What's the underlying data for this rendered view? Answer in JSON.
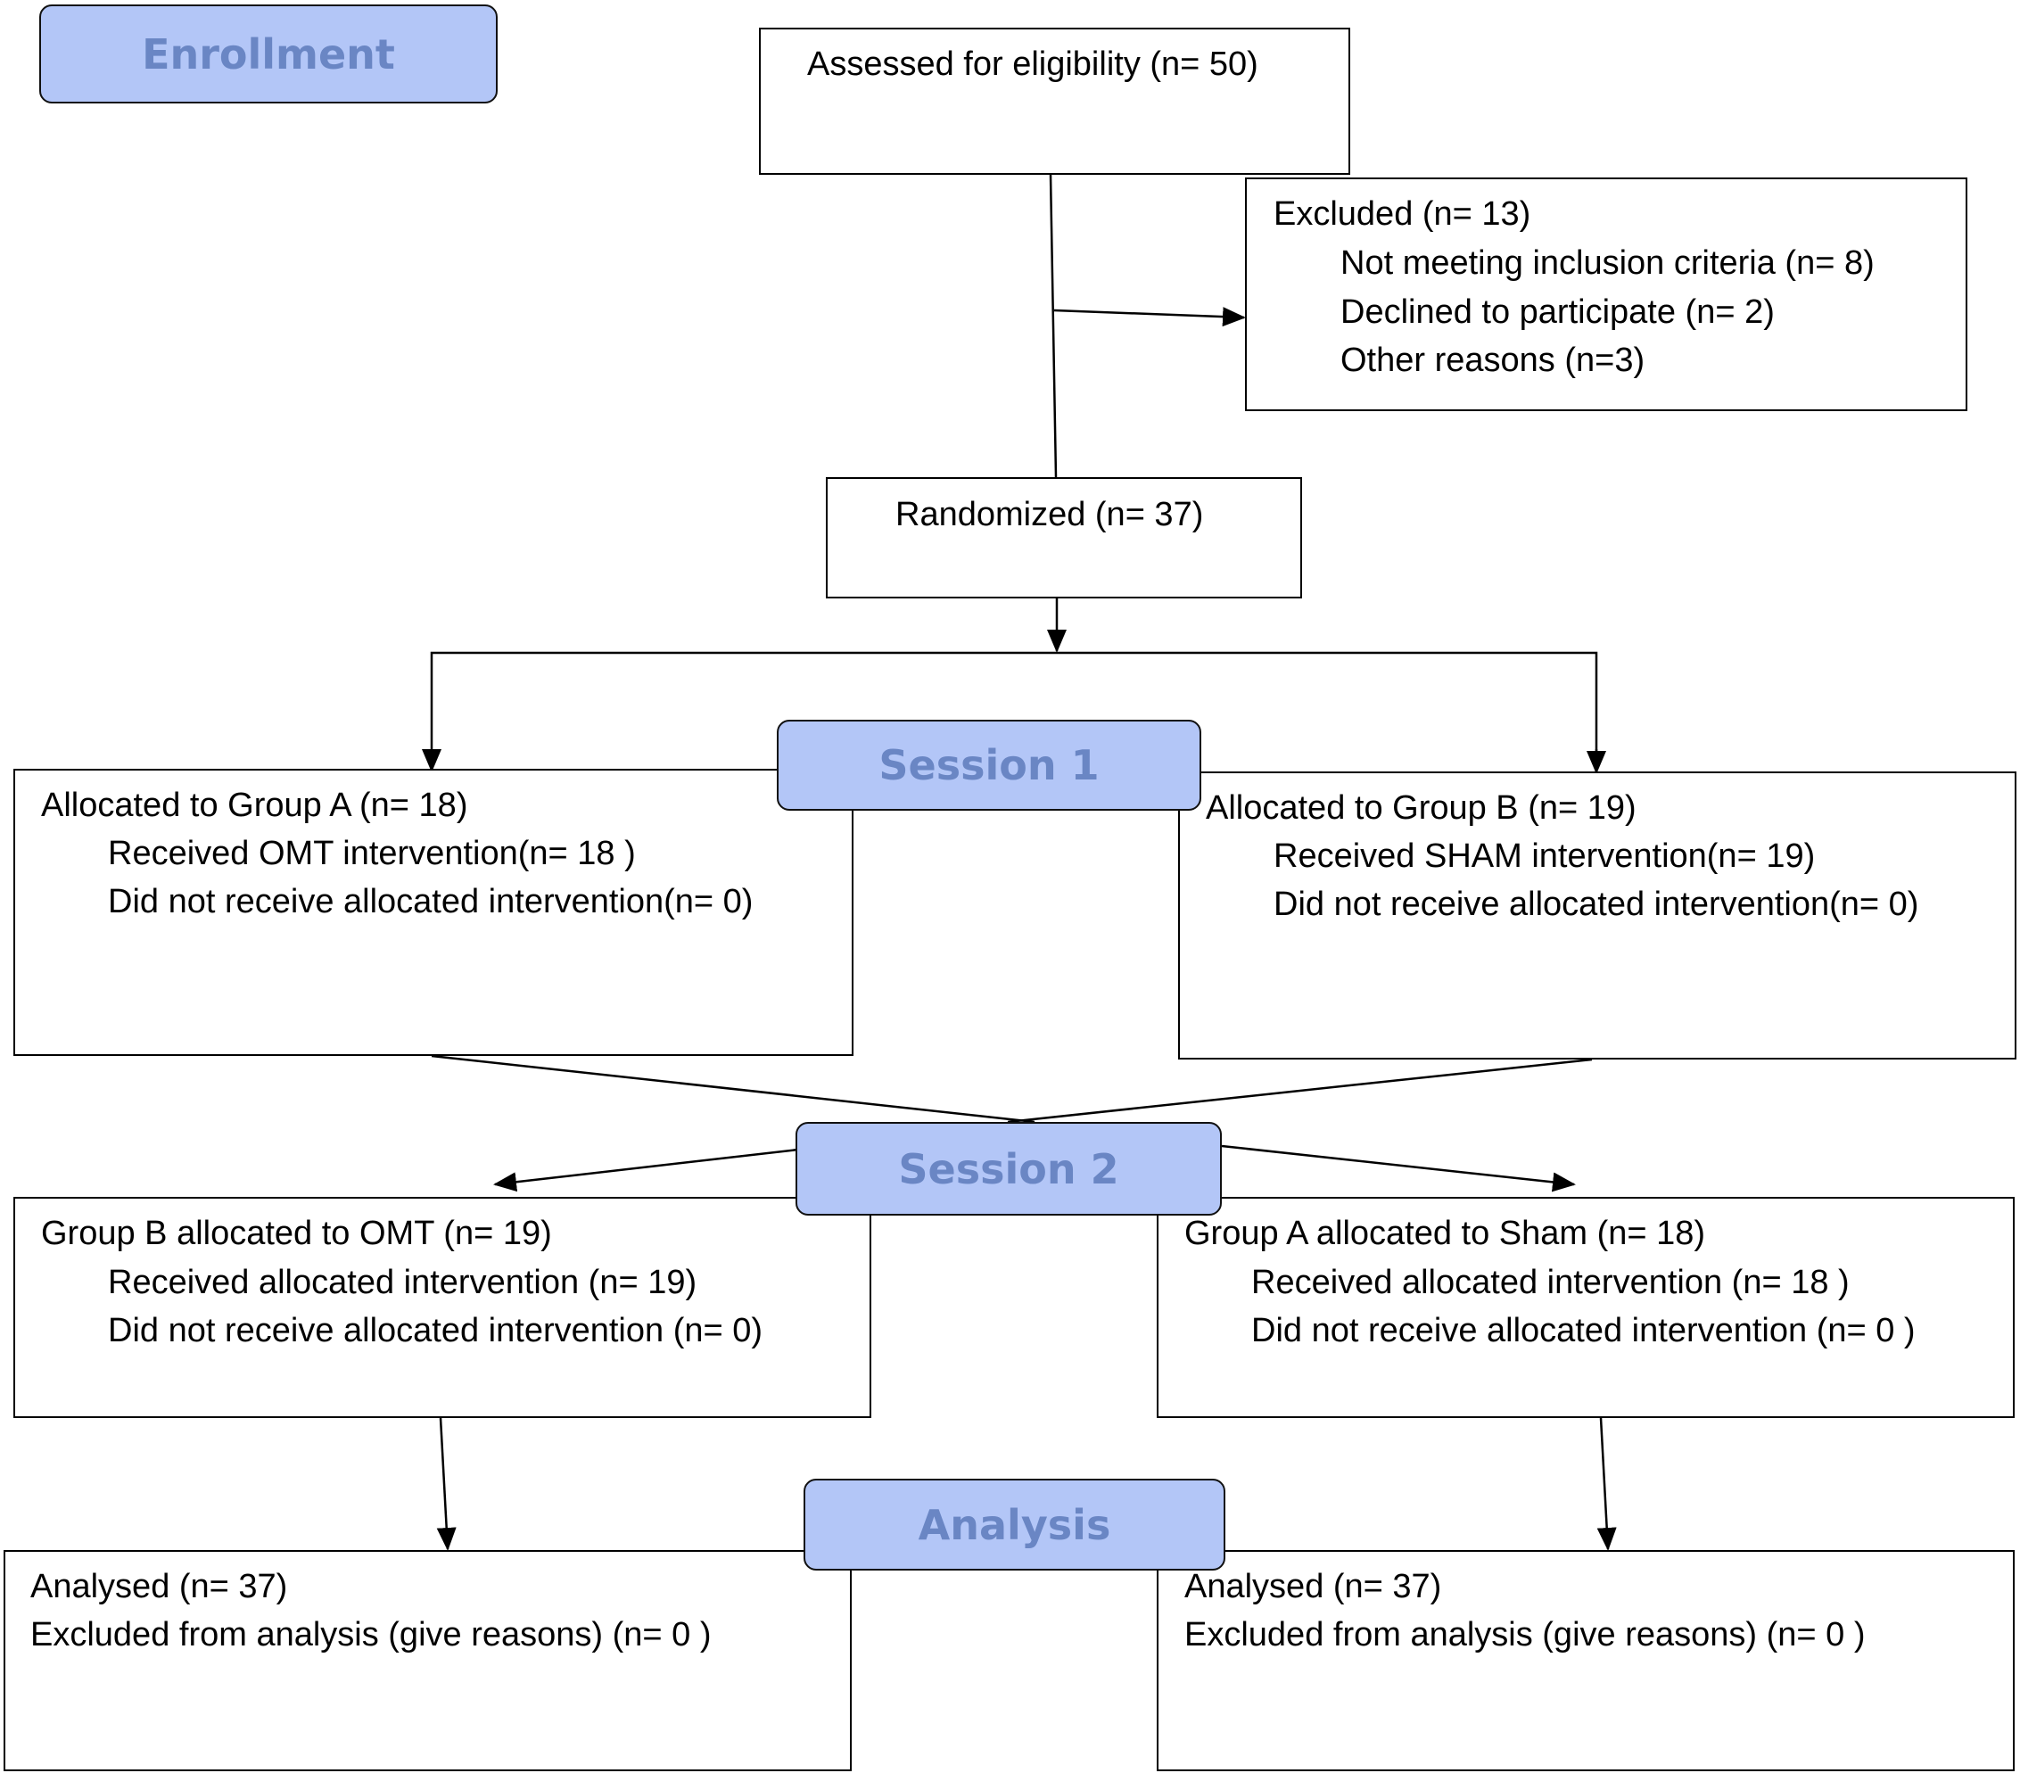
{
  "stages": {
    "enrollment": "Enrollment",
    "session1": "Session 1",
    "session2": "Session 2",
    "analysis": "Analysis"
  },
  "assessed": {
    "title": "Assessed for eligibility (n= 50)"
  },
  "excluded": {
    "title": "Excluded  (n= 13)",
    "items": [
      "Not meeting inclusion criteria (n= 8)",
      "Declined to participate (n= 2)",
      "Other reasons (n=3)"
    ]
  },
  "randomized": {
    "title": "Randomized (n= 37)"
  },
  "session1": {
    "group_a": {
      "title": "Allocated to Group A (n= 18)",
      "items": [
        "Received OMT intervention(n= 18 )",
        "Did not receive allocated intervention(n= 0)"
      ]
    },
    "group_b": {
      "title": "Allocated to Group B (n= 19)",
      "items": [
        "Received SHAM intervention(n= 19)",
        "Did not receive allocated intervention(n= 0)"
      ]
    }
  },
  "session2": {
    "left": {
      "title": "Group B allocated to OMT (n= 19)",
      "items": [
        "Received allocated intervention (n= 19)",
        "Did not receive allocated intervention (n= 0)"
      ]
    },
    "right": {
      "title": "Group A allocated to Sham (n= 18)",
      "items": [
        "Received allocated intervention (n= 18 )",
        "Did not receive allocated intervention (n= 0 )"
      ]
    }
  },
  "analysis": {
    "left": {
      "title": "Analysed  (n= 37)",
      "items": [
        "Excluded from analysis (give reasons) (n= 0 )"
      ]
    },
    "right": {
      "title": "Analysed  (n= 37)",
      "items": [
        "Excluded from analysis (give reasons) (n= 0 )"
      ]
    }
  },
  "colors": {
    "stage_fill": "#b3c6f7",
    "stage_text": "#6a86c4",
    "line": "#000000"
  }
}
